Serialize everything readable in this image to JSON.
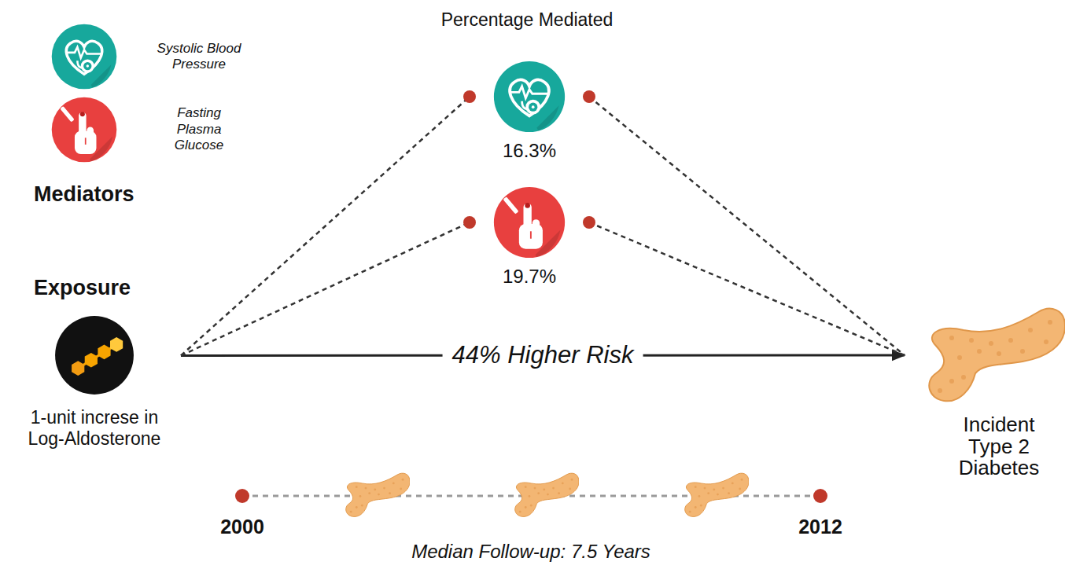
{
  "diagram": {
    "nodes": [
      {
        "text": [
          "Exposure",
          "1-unit increse in Log-Aldosterone"
        ]
      },
      {
        "text": [
          "16.3%"
        ]
      },
      {
        "text": [
          "19.7%"
        ]
      },
      {
        "text": [
          "Incident Type 2 Diabetes"
        ]
      }
    ],
    "edges": [
      {
        "from": 0,
        "to": 3,
        "arrow": "to",
        "label": "44% Higher Risk"
      },
      {
        "from": 0,
        "to": 1,
        "arrow": "none"
      },
      {
        "from": 1,
        "to": 3,
        "arrow": "none"
      },
      {
        "from": 0,
        "to": 2,
        "arrow": "none"
      },
      {
        "from": 2,
        "to": 3,
        "arrow": "none"
      }
    ],
    "labels": [
      "Percentage Mediated",
      "Mediators",
      "2000",
      "2012",
      "Median Follow-up: 7.5 Years"
    ],
    "legend": [
      {
        "text": "Systolic Blood Pressure",
        "color": "#17a89c"
      },
      {
        "text": "Fasting Plasma Glucose",
        "color": "#e8403f"
      }
    ]
  }
}
